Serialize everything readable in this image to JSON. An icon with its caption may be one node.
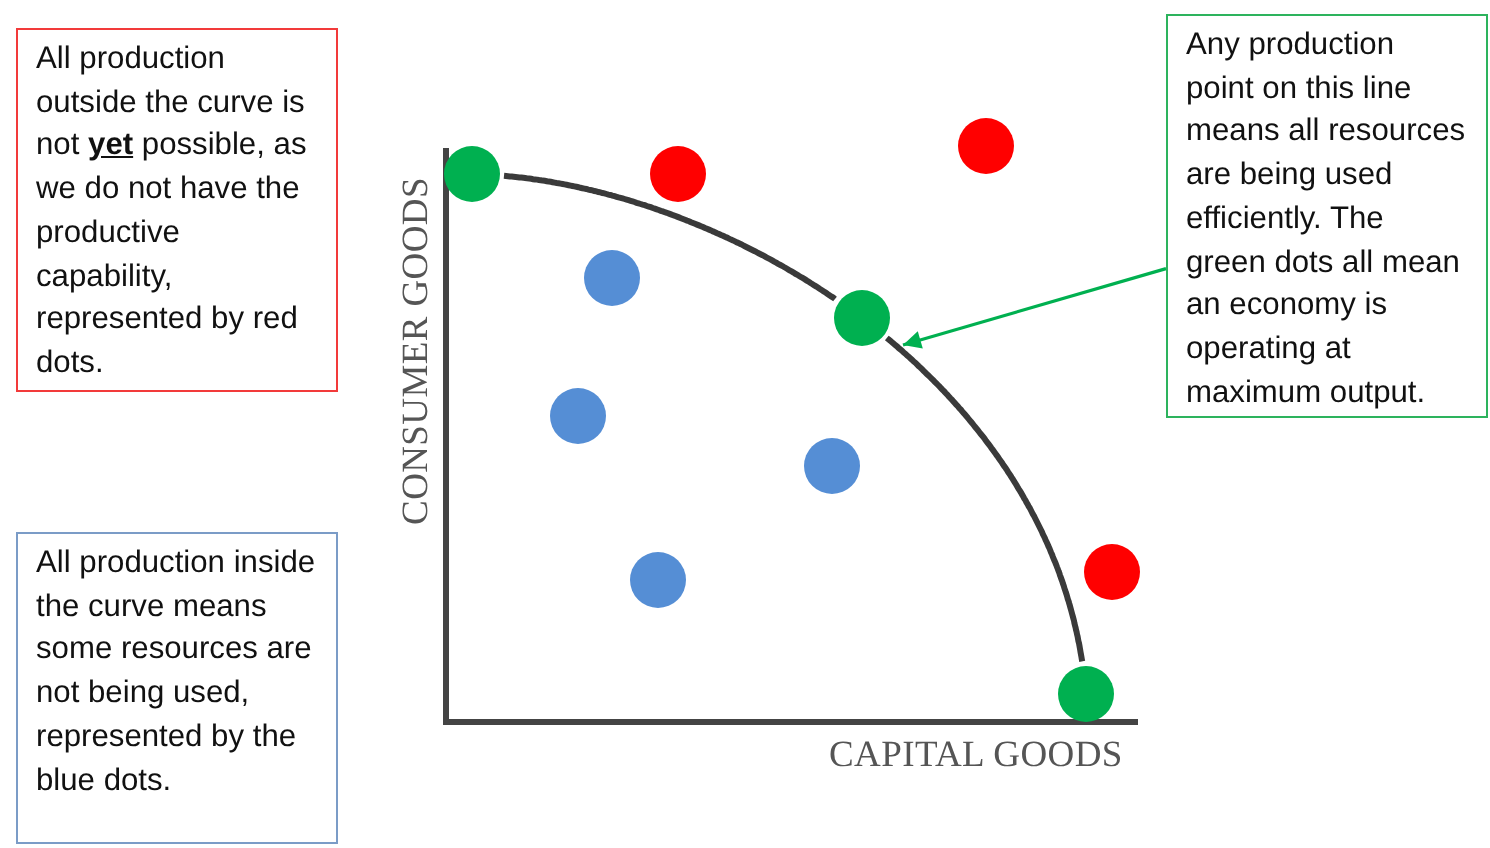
{
  "diagram": {
    "nodes": [
      {
        "text": [
          "All production outside the curve is not **yet** possible, as we do not have the productive capability, represented by red dots."
        ]
      },
      {
        "text": [
          "Any production point on this line means all resources are being used efficiently. The green dots all mean an economy is operating at maximum output."
        ]
      },
      {
        "text": [],
        "shape": "curve"
      },
      {
        "text": [
          "All production inside the curve means some resources are not being used, represented by the blue dots."
        ]
      }
    ],
    "edges": [
      {
        "from": 1,
        "to": 2,
        "arrow": "to",
        "color": "#00b050"
      }
    ],
    "labels": [
      "CONSUMER GOODS",
      "CAPITAL GOODS"
    ]
  }
}
